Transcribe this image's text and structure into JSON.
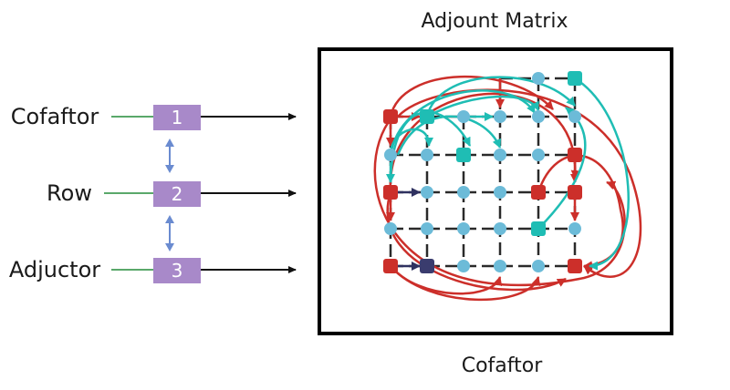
{
  "title": "Adjount Matrix",
  "caption": "Cofaftor",
  "stages": [
    {
      "label": "Cofaftor",
      "number": "1"
    },
    {
      "label": "Row",
      "number": "2"
    },
    {
      "label": "Adjuctor",
      "number": "3"
    }
  ],
  "colors": {
    "process_box": "#a889c9",
    "input_line": "#5aa86a",
    "link_arrow": "#6a8bd0",
    "red": "#cc2f2a",
    "teal": "#1fbdb4",
    "blue": "#6cbbd8",
    "navy": "#3a3c6e",
    "grid": "#2a2a2a"
  },
  "matrix": {
    "rows": 5,
    "cols": 6,
    "nodes": [
      [
        "red",
        "teal",
        "blue",
        "blue",
        "blue",
        "blue"
      ],
      [
        "blue",
        "blue",
        "teal",
        "blue",
        "blue",
        "red"
      ],
      [
        "red",
        "blue",
        "blue",
        "blue",
        "red",
        "red"
      ],
      [
        "blue",
        "blue",
        "blue",
        "blue",
        "teal",
        "blue"
      ],
      [
        "red",
        "navy",
        "blue",
        "blue",
        "blue",
        "red"
      ]
    ],
    "top_nodes": [
      "blue",
      "teal"
    ]
  }
}
